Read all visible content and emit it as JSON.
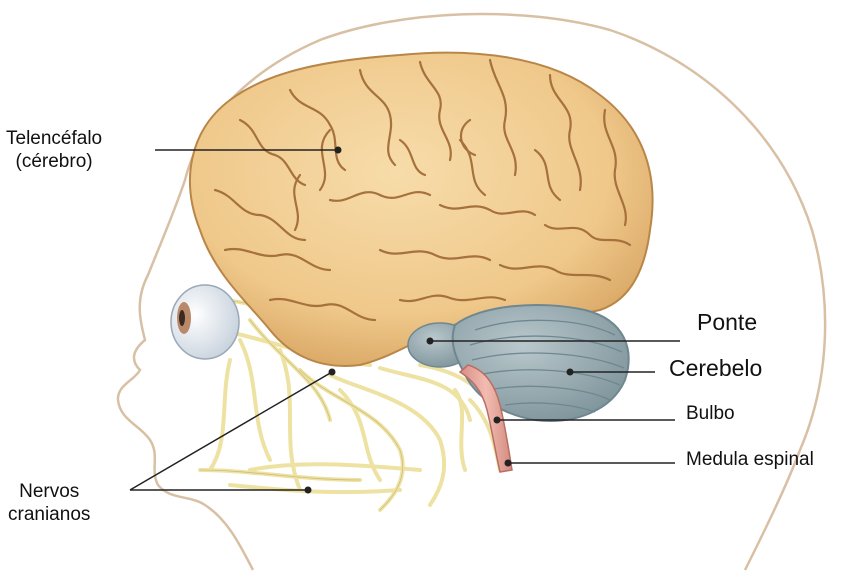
{
  "labels": {
    "telencefalo_line1": "Telencéfalo",
    "telencefalo_line2": "(cérebro)",
    "ponte": "Ponte",
    "cerebelo": "Cerebelo",
    "bulbo": "Bulbo",
    "medula": "Medula espinal",
    "nervos_line1": "Nervos",
    "nervos_line2": "cranianos"
  },
  "colors": {
    "brain_fill": "#f2cf93",
    "brain_shade": "#d7a766",
    "brain_sulci": "#a6713c",
    "cerebellum": "#9fb2b8",
    "cerebellum_dark": "#6f8790",
    "brainstem": "#e9a8a0",
    "nerves": "#eee2a3",
    "head_outline": "#d8c0a4",
    "eye": "#e9eef3"
  }
}
